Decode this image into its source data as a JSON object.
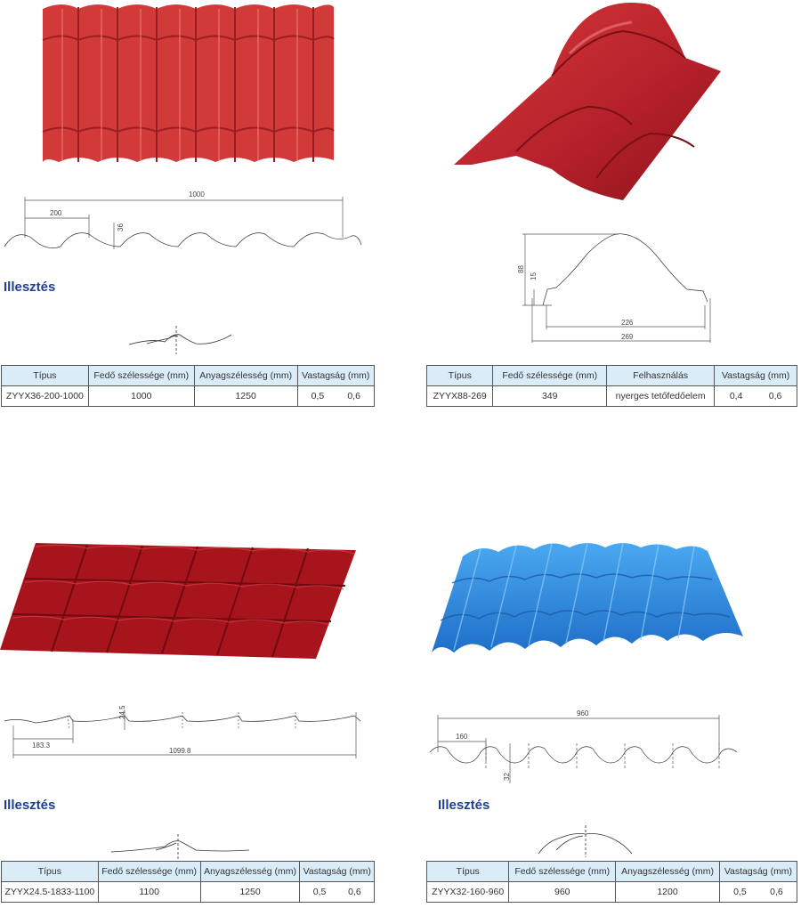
{
  "panels": [
    {
      "id": "p1",
      "color": "#c83232",
      "dims": {
        "width": "1000",
        "pitch": "200",
        "height": "36"
      },
      "heading": "Illesztés",
      "table": {
        "headers": [
          "Típus",
          "Fedő szélessége (mm)",
          "Anyagszélesség (mm)",
          "Vastagság (mm)"
        ],
        "row": [
          "ZYYX36-200-1000",
          "1000",
          "1250"
        ],
        "thickness": [
          "0,5",
          "0,6"
        ]
      }
    },
    {
      "id": "p2",
      "color": "#c0282c",
      "dims": {
        "height": "88",
        "lip": "15",
        "inner": "226",
        "outer": "269"
      },
      "table": {
        "headers": [
          "Típus",
          "Fedő szélessége (mm)",
          "Felhasználás",
          "Vastagság (mm)"
        ],
        "row": [
          "ZYYX88-269",
          "349",
          "nyerges tetőfedőelem"
        ],
        "thickness": [
          "0,4",
          "0,6"
        ]
      }
    },
    {
      "id": "p3",
      "color": "#a8141c",
      "dims": {
        "height": "24.5",
        "pitch": "183.3",
        "width": "1099.8"
      },
      "heading": "Illesztés",
      "table": {
        "headers": [
          "Típus",
          "Fedő szélessége (mm)",
          "Anyagszélesség (mm)",
          "Vastagság (mm)"
        ],
        "row": [
          "ZYYX24.5-1833-1100",
          "1100",
          "1250"
        ],
        "thickness": [
          "0,5",
          "0,6"
        ]
      }
    },
    {
      "id": "p4",
      "color": "#2f8fe0",
      "dims": {
        "width": "960",
        "pitch": "160",
        "height": "32"
      },
      "heading": "Illesztés",
      "table": {
        "headers": [
          "Típus",
          "Fedő szélessége (mm)",
          "Anyagszélesség (mm)",
          "Vastagság (mm)"
        ],
        "row": [
          "ZYYX32-160-960",
          "960",
          "1200"
        ],
        "thickness": [
          "0,5",
          "0,6"
        ]
      }
    }
  ]
}
